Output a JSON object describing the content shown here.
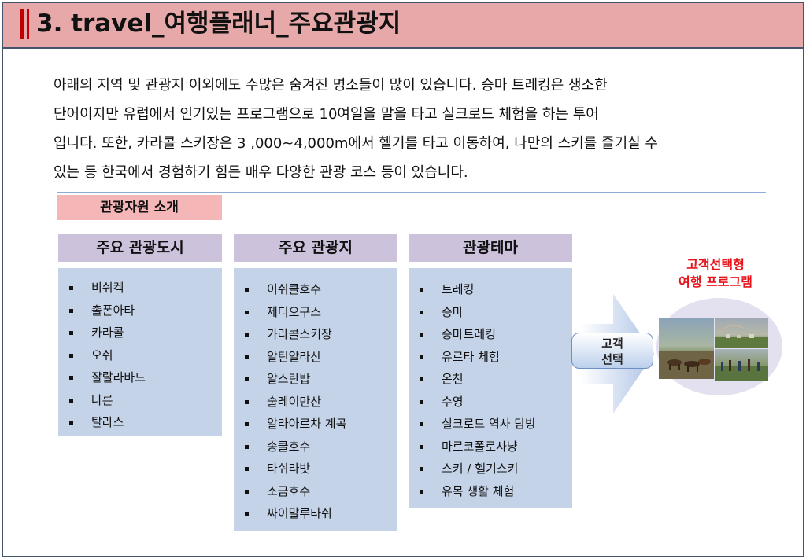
{
  "title": "3. travel_여행플래너_주요관광지",
  "intro_lines": [
    " 아래의 지역 및 관광지 이외에도 수많은 숨겨진 명소들이 많이 있습니다. 승마 트레킹은 생소한",
    "단어이지만 유럽에서 인기있는 프로그램으로 10여일을 말을 타고 실크로드 체험을 하는 투어",
    "입니다. 또한,  카라콜 스키장은 3 ,000~4,000m에서 헬기를 타고 이동하여, 나만의 스키를 즐기실 수",
    "있는 등 한국에서 경험하기 힘든 매우 다양한 관광 코스 등이 있습니다."
  ],
  "section_label": "관광자원 소개",
  "columns": [
    {
      "header": "주요 관광도시",
      "items": [
        "비쉬켁",
        "촐폰아타",
        "카라콜",
        "오쉬",
        "잘랄라바드",
        "나른",
        "탈라스"
      ]
    },
    {
      "header": "주요 관광지",
      "items": [
        "이쉬쿨호수",
        "제티오구스",
        "가라콜스키장",
        "알틴알라산",
        "알스란밥",
        "술레이만산",
        "알라아르차 계곡",
        "송쿨호수",
        "타쉬라밧",
        "소금호수",
        "싸이말루타쉬"
      ]
    },
    {
      "header": "관광테마",
      "items": [
        "트레킹",
        "승마",
        "승마트레킹",
        "유르타 체험",
        "온천",
        "수영",
        "실크로드 역사 탐방",
        "마르코폴로사냥",
        "스키 / 헬기스키",
        "유목 생활 체험"
      ]
    }
  ],
  "choice_button": {
    "line1": "고객",
    "line2": "선택"
  },
  "program": {
    "line1": "고객선택형",
    "line2": "여행 프로그램"
  },
  "colors": {
    "title_bg": "#e6a8a8",
    "accent_red": "#c00000",
    "column_header": "#ccc2dc",
    "column_body": "#c5d3e8",
    "program_text": "#e8141b"
  }
}
